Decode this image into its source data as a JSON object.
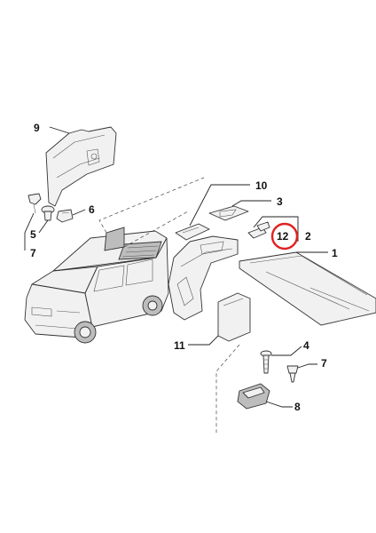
{
  "callouts": {
    "c1": "1",
    "c2": "2",
    "c3": "3",
    "c4": "4",
    "c5": "5",
    "c6": "6",
    "c7a": "7",
    "c7b": "7",
    "c8": "8",
    "c9": "9",
    "c10": "10",
    "c11": "11",
    "c12": "12"
  },
  "colors": {
    "highlight": "#e32020",
    "line": "#222222",
    "part_fill": "#f1f1f1",
    "background": "#ffffff"
  }
}
